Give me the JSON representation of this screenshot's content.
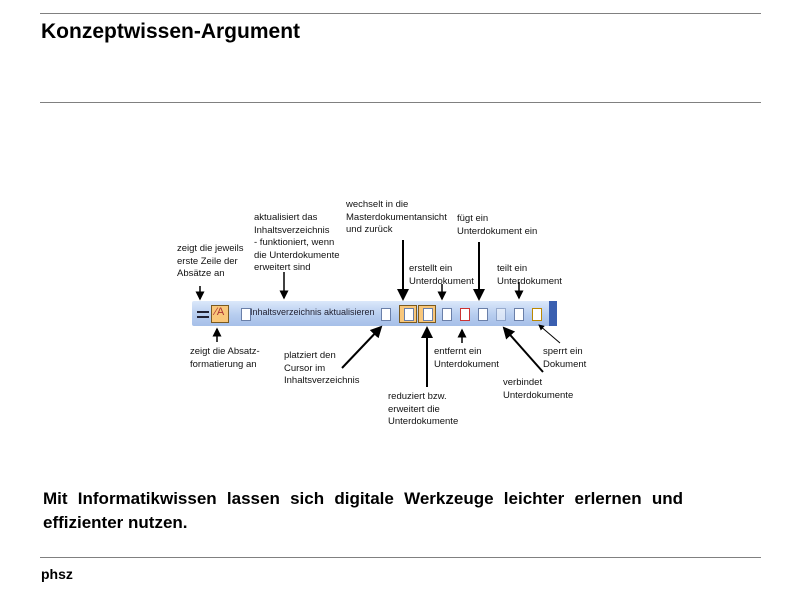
{
  "slide": {
    "title": "Konzeptwissen-Argument",
    "message": "Mit Informatikwissen lassen sich digitale Werkzeuge leichter erlernen und effizienter nutzen.",
    "footer": "phsz"
  },
  "toolbar": {
    "update_toc_label": "Inhaltsverzeichnis aktualisieren"
  },
  "annotations": {
    "first_line": "zeigt die jeweils\nerste Zeile der\nAbsätze an",
    "update_toc": "aktualisiert das\nInhaltsverzeichnis\n- funktioniert, wenn\ndie Unterdokumente\nerweitert sind",
    "master_view": "wechselt in die\nMasterdokumentansicht\nund zurück",
    "insert_sub": "fügt ein\nUnterdokument ein",
    "create_sub": "erstellt ein\nUnterdokument",
    "split_sub": "teilt ein\nUnterdokument",
    "show_format": "zeigt die Absatz-\nformatierung an",
    "goto_toc": "platziert den\nCursor im\nInhaltsverzeichnis",
    "collapse": "reduziert bzw.\nerweitert die\nUnterdokumente",
    "remove_sub": "entfernt ein\nUnterdokument",
    "merge_sub": "verbindet\nUnterdokumente",
    "lock_doc": "sperrt ein\nDokument"
  }
}
